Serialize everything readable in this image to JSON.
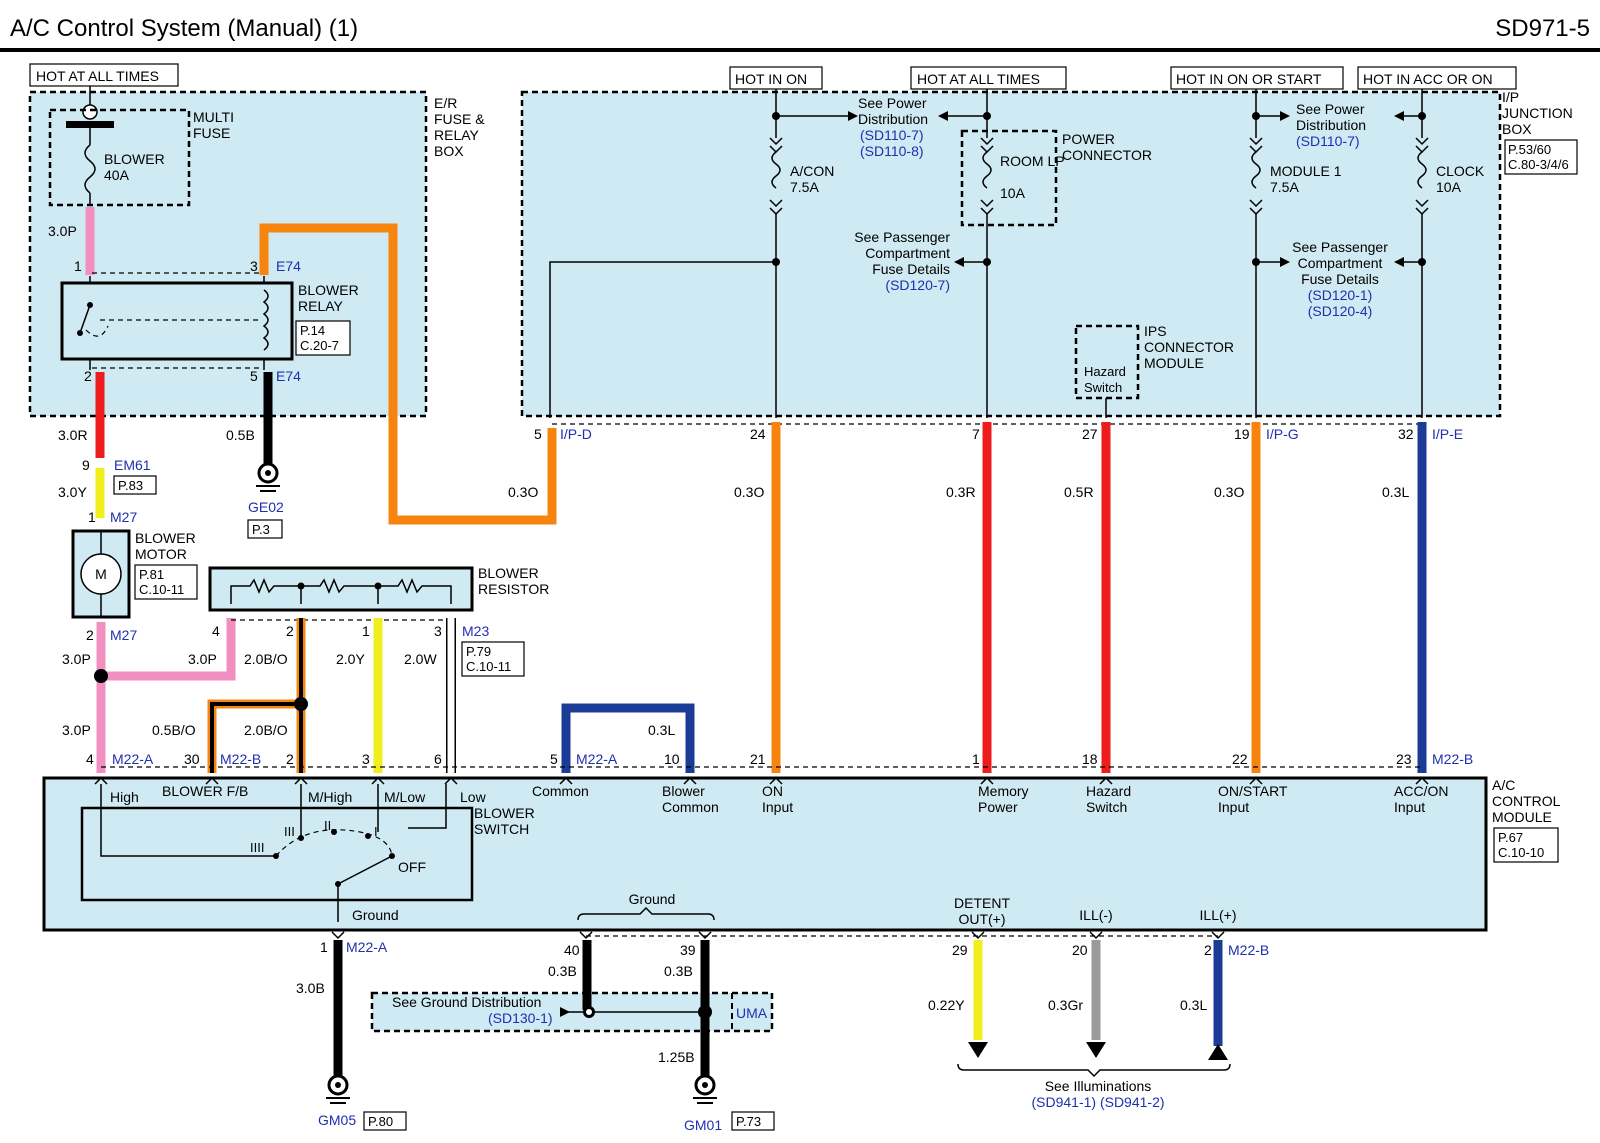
{
  "header": {
    "title": "A/C Control System (Manual) (1)",
    "code": "SD971-5"
  },
  "power_labels": [
    "HOT AT ALL TIMES",
    "HOT IN ON",
    "HOT AT ALL TIMES",
    "HOT IN ON OR START",
    "HOT IN ACC OR ON"
  ],
  "er_box": {
    "label": [
      "E/R",
      "FUSE &",
      "RELAY",
      "BOX"
    ],
    "multi_fuse": [
      "MULTI",
      "FUSE"
    ],
    "blower_fuse": [
      "BLOWER",
      "40A"
    ],
    "relay_name": [
      "BLOWER",
      "RELAY"
    ],
    "relay_ref": [
      "P.14",
      "C.20-7"
    ],
    "pin1": "1",
    "pin3": "3",
    "pin2": "2",
    "pin5": "5",
    "conn": "E74"
  },
  "ip_box": {
    "label": [
      "I/P",
      "JUNCTION",
      "BOX"
    ],
    "ref": [
      "P.53/60",
      "C.80-3/4/6"
    ],
    "power_conn": [
      "POWER",
      "CONNECTOR"
    ],
    "ips_module": [
      "IPS",
      "CONNECTOR",
      "MODULE"
    ],
    "hazard_switch": [
      "Hazard",
      "Switch"
    ],
    "fuses": [
      {
        "name": "A/CON",
        "rating": "7.5A"
      },
      {
        "name": "ROOM LP",
        "rating": "10A"
      },
      {
        "name": "MODULE 1",
        "rating": "7.5A"
      },
      {
        "name": "CLOCK",
        "rating": "10A"
      }
    ],
    "see_power": [
      "See Power",
      "Distribution"
    ],
    "see_power_refs_left": [
      "(SD110-7)",
      "(SD110-8)"
    ],
    "see_power_ref_right": "(SD110-7)",
    "see_pass_left": [
      "See Passenger",
      "Compartment",
      "Fuse Details"
    ],
    "see_pass_left_ref": "(SD120-7)",
    "see_pass_right": [
      "See Passenger",
      "Compartment",
      "Fuse Details"
    ],
    "see_pass_right_refs": [
      "(SD120-1)",
      "(SD120-4)"
    ]
  },
  "wires": {
    "er_p3": "3.0P",
    "er_r": "3.0R",
    "er_b": "0.5B",
    "yellow": "3.0Y",
    "orange_top": "0.3O",
    "on": "0.3O",
    "mem": "0.3R",
    "haz": "0.5R",
    "start": "0.3O",
    "acc": "0.3L",
    "motor_p": "3.0P",
    "res_p": "3.0P",
    "res_bo": "2.0B/O",
    "res_y": "2.0Y",
    "res_w": "2.0W",
    "sw_p": "3.0P",
    "sw_bo": "0.5B/O",
    "sw_bo2": "2.0B/O",
    "common_l": "0.3L",
    "gnd1": "3.0B",
    "gnd40": "0.3B",
    "gnd39": "0.3B",
    "gnd_main": "1.25B",
    "det": "0.22Y",
    "illm": "0.3Gr",
    "illp": "0.3L"
  },
  "connectors": {
    "ipd": "I/P-D",
    "ipg": "I/P-G",
    "ipe": "I/P-E",
    "em61": "EM61",
    "m27": "M27",
    "m23": "M23",
    "m22a": "M22-A",
    "m22b": "M22-B",
    "ge02": "GE02",
    "gm05": "GM05",
    "gm01": "GM01",
    "uma": "UMA"
  },
  "pins": {
    "ipd": "5",
    "on": "24",
    "mem": "7",
    "haz": "27",
    "start": "19",
    "acc": "32",
    "em61": "9",
    "m27t": "1",
    "m27b": "2",
    "res4": "4",
    "res2": "2",
    "res1": "1",
    "res3": "3",
    "acm4": "4",
    "acm30": "30",
    "acm2": "2",
    "acm3": "3",
    "acm6": "6",
    "acm5": "5",
    "acm10": "10",
    "acm21": "21",
    "acm1": "1",
    "acm18": "18",
    "acm22": "22",
    "acm23": "23",
    "g1": "1",
    "g40": "40",
    "g39": "39",
    "d29": "29",
    "d20": "20",
    "d2": "2"
  },
  "refs": {
    "em61": "P.83",
    "ge02": "P.3",
    "motor": [
      "P.81",
      "C.10-11"
    ],
    "resistor": [
      "P.79",
      "C.10-11"
    ],
    "acm": [
      "P.67",
      "C.10-10"
    ],
    "gm05": "P.80",
    "gm01": "P.73"
  },
  "blower_motor": {
    "label": [
      "BLOWER",
      "MOTOR"
    ],
    "symbol": "M"
  },
  "blower_resistor": [
    "BLOWER",
    "RESISTOR"
  ],
  "acm": {
    "label": [
      "A/C",
      "CONTROL",
      "MODULE"
    ],
    "blower_fb": "BLOWER  F/B",
    "switch": [
      "BLOWER",
      "SWITCH"
    ],
    "speeds": {
      "high": "High",
      "mhigh": "M/High",
      "mlow": "M/Low",
      "low": "Low",
      "off": "OFF"
    },
    "positions": [
      "IIII",
      "III",
      "II",
      "I"
    ],
    "common": "Common",
    "blower_common": [
      "Blower",
      "Common"
    ],
    "on_input": [
      "ON",
      "Input"
    ],
    "memory_power": [
      "Memory",
      "Power"
    ],
    "hazard_switch": [
      "Hazard",
      "Switch"
    ],
    "onstart_input": [
      "ON/START",
      "Input"
    ],
    "accon_input": [
      "ACC/ON",
      "Input"
    ],
    "ground": "Ground",
    "ground2": "Ground",
    "detent": [
      "DETENT",
      "OUT(+)"
    ],
    "ill_minus": "ILL(-)",
    "ill_plus": "ILL(+)"
  },
  "ground_dist": {
    "text": "See Ground Distribution",
    "ref": "(SD130-1)"
  },
  "illum": {
    "text": "See Illuminations",
    "refs": "(SD941-1) (SD941-2)"
  }
}
